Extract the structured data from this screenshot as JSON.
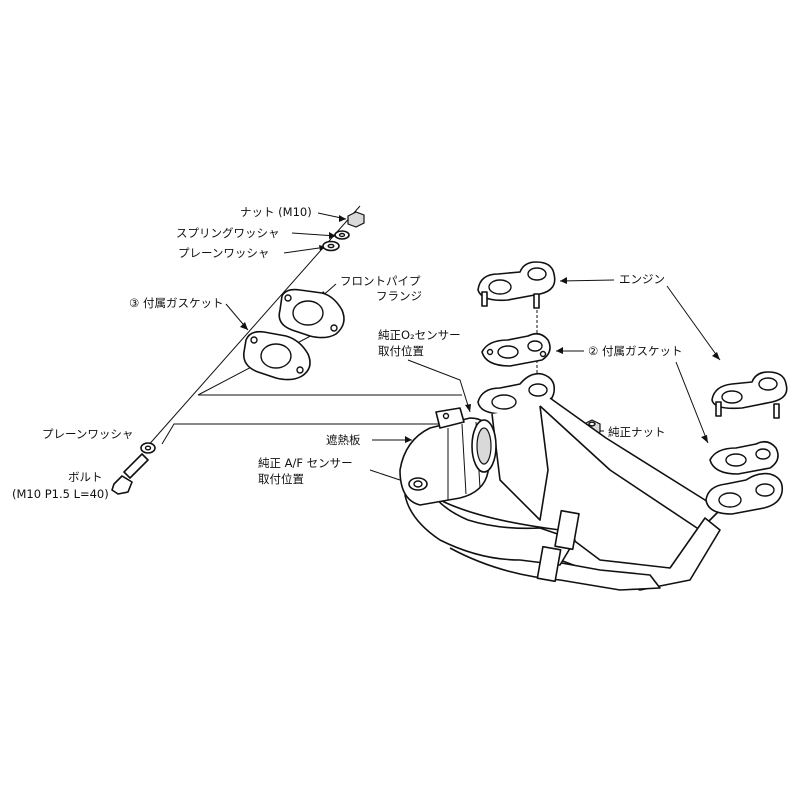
{
  "labels": {
    "nut": "ナット (M10)",
    "spring_washer": "スプリングワッシャ",
    "plain_washer_top": "プレーンワッシャ",
    "front_pipe_flange_1": "フロントパイプ",
    "front_pipe_flange_2": "フランジ",
    "gasket_3": "③ 付属ガスケット",
    "engine": "エンジン",
    "o2_sensor_1": "純正O₂センサー",
    "o2_sensor_2": "取付位置",
    "gasket_2": "② 付属ガスケット",
    "oem_nut": "純正ナット",
    "plain_washer_left": "プレーンワッシャ",
    "heat_shield": "遮熱板",
    "af_sensor_1": "純正 A/F センサー",
    "af_sensor_2": "取付位置",
    "bolt": "ボルト",
    "bolt_spec": "(M10 P1.5 L=40)"
  }
}
